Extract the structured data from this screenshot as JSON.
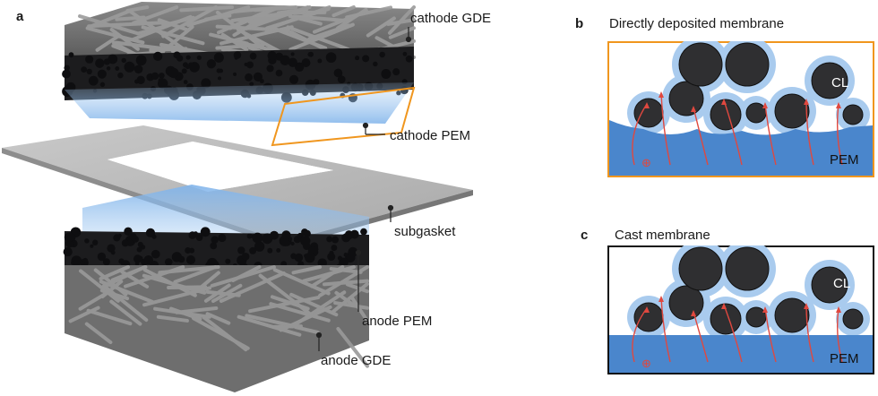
{
  "panel_a": {
    "letter": "a",
    "labels": {
      "cathode_gde": "cathode GDE",
      "cathode_pem": "cathode PEM",
      "subgasket": "subgasket",
      "anode_pem": "anode PEM",
      "anode_gde": "anode GDE"
    }
  },
  "panel_b": {
    "letter": "b",
    "title": "Directly deposited membrane",
    "cl_label": "CL",
    "pem_label": "PEM",
    "proton_symbol": "⊕",
    "frame_color": "#f0961e"
  },
  "panel_c": {
    "letter": "c",
    "title": "Cast membrane",
    "cl_label": "CL",
    "pem_label": "PEM",
    "proton_symbol": "⊕",
    "frame_color": "#111111"
  },
  "colors": {
    "ionomer_light": "#a9cbee",
    "membrane_blue": "#4a86cc",
    "particle_dark": "#2f2f31",
    "arrow_red": "#e0483f",
    "fiber_grey": "#7d7d7d",
    "gasket_grey": "#b9b9b9",
    "highlight_orange": "#f0961e"
  }
}
